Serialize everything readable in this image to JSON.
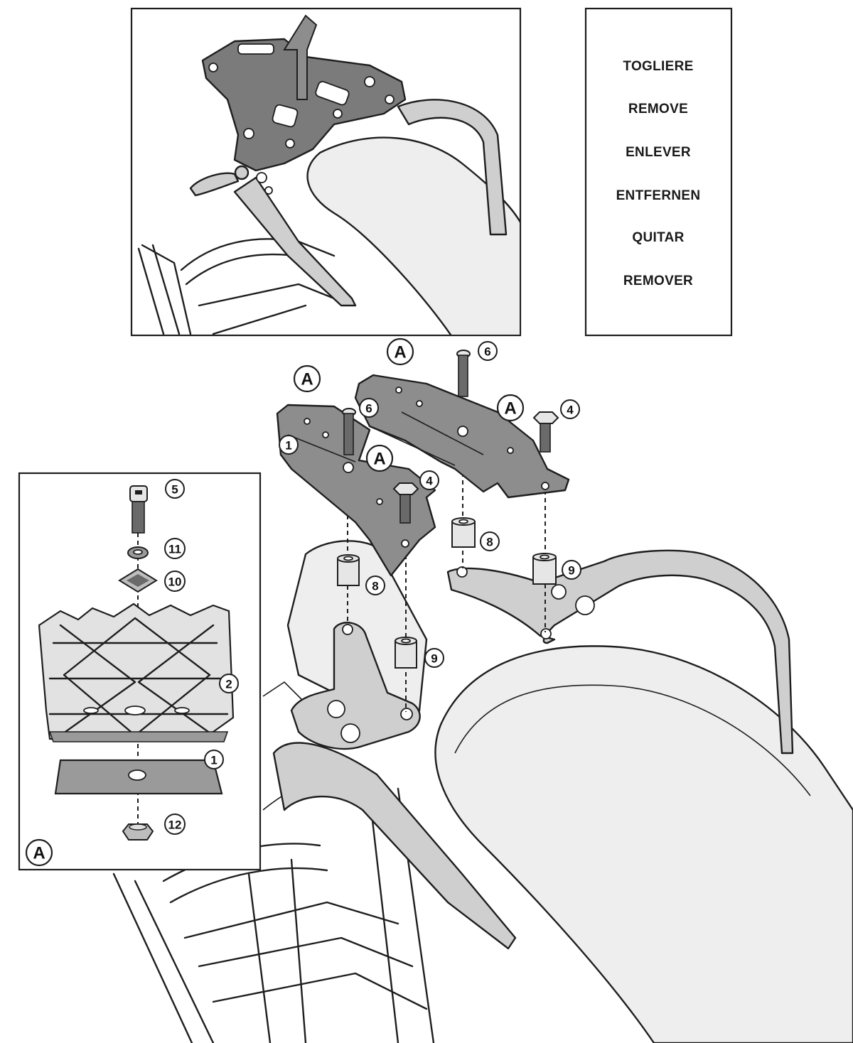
{
  "instructions": {
    "words": [
      "TOGLIERE",
      "REMOVE",
      "ENLEVER",
      "ENTFERNEN",
      "QUITAR",
      "REMOVER"
    ]
  },
  "callouts": {
    "A": "A",
    "one": "1",
    "two": "2",
    "four": "4",
    "five": "5",
    "six": "6",
    "eight": "8",
    "nine": "9",
    "ten": "10",
    "eleven": "11",
    "twelve": "12"
  },
  "colors": {
    "line": "#1e1e1e",
    "plate": "#8d8d8d",
    "rail": "#cfcfcf",
    "seat": "#eeeeee"
  }
}
